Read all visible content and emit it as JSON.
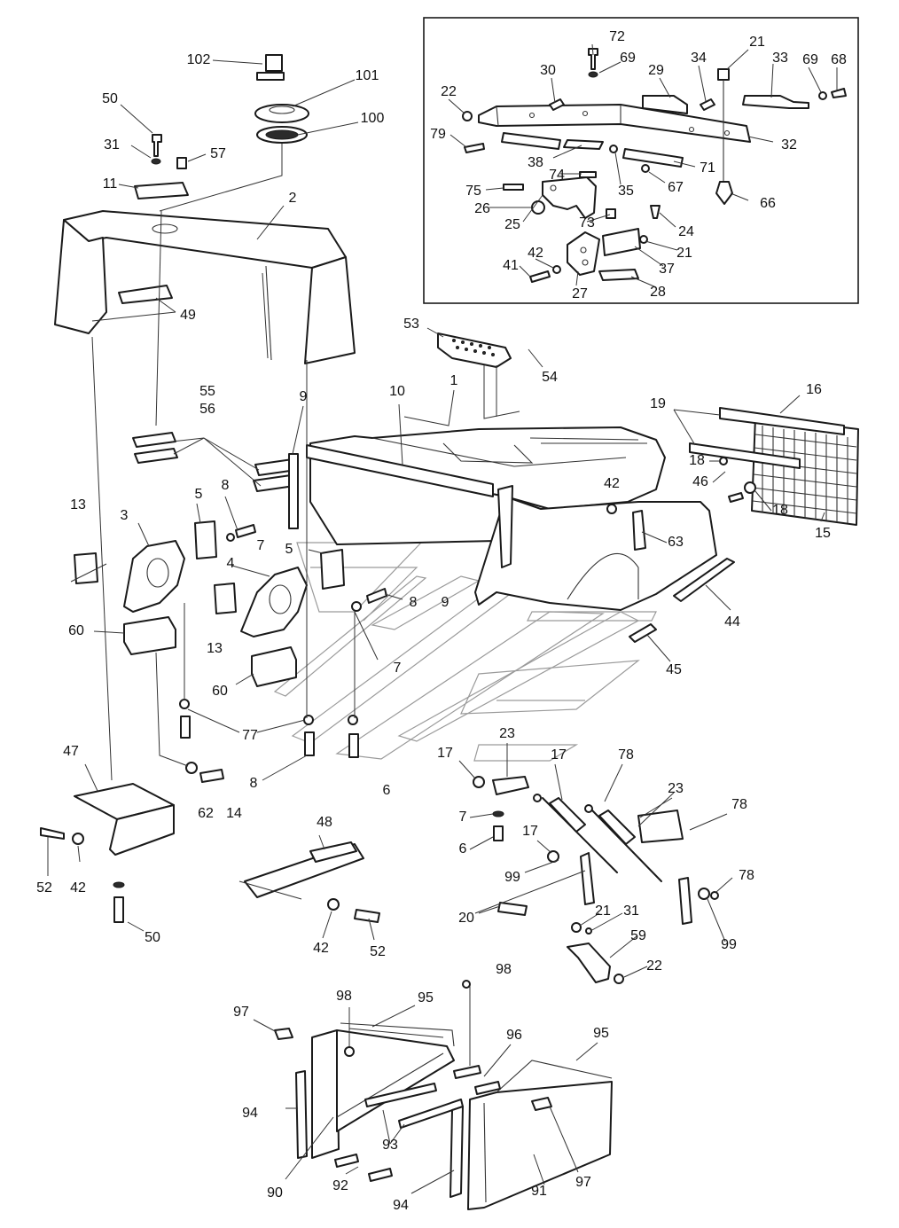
{
  "diagram": {
    "callouts": {
      "c1": "1",
      "c2": "2",
      "c3": "3",
      "c4": "4",
      "c5a": "5",
      "c5b": "5",
      "c6a": "6",
      "c6b": "6",
      "c7a": "7",
      "c7b": "7",
      "c7c": "7",
      "c8a": "8",
      "c8b": "8",
      "c8c": "8",
      "c9a": "9",
      "c9b": "9",
      "c10": "10",
      "c11": "11",
      "c13a": "13",
      "c13b": "13",
      "c14": "14",
      "c15": "15",
      "c16": "16",
      "c17a": "17",
      "c17b": "17",
      "c17c": "17",
      "c18a": "18",
      "c18b": "18",
      "c19": "19",
      "c20": "20",
      "c21a": "21",
      "c21b": "21",
      "c21c": "21",
      "c22a": "22",
      "c22b": "22",
      "c23a": "23",
      "c23b": "23",
      "c24": "24",
      "c25": "25",
      "c26": "26",
      "c27": "27",
      "c28": "28",
      "c29": "29",
      "c30": "30",
      "c31a": "31",
      "c31b": "31",
      "c32": "32",
      "c33": "33",
      "c34": "34",
      "c35": "35",
      "c37": "37",
      "c38": "38",
      "c41": "41",
      "c42a": "42",
      "c42b": "42",
      "c42c": "42",
      "c42d": "42",
      "c44": "44",
      "c45": "45",
      "c46": "46",
      "c47": "47",
      "c48": "48",
      "c49": "49",
      "c50a": "50",
      "c50b": "50",
      "c52a": "52",
      "c52b": "52",
      "c53": "53",
      "c54": "54",
      "c55": "55",
      "c56": "56",
      "c57": "57",
      "c59": "59",
      "c60a": "60",
      "c60b": "60",
      "c62": "62",
      "c63": "63",
      "c66": "66",
      "c67": "67",
      "c68": "68",
      "c69a": "69",
      "c69b": "69",
      "c71": "71",
      "c72": "72",
      "c73": "73",
      "c74": "74",
      "c75": "75",
      "c77": "77",
      "c78a": "78",
      "c78b": "78",
      "c78c": "78",
      "c79": "79",
      "c90": "90",
      "c91": "91",
      "c92": "92",
      "c93": "93",
      "c94a": "94",
      "c94b": "94",
      "c95a": "95",
      "c95b": "95",
      "c96": "96",
      "c97a": "97",
      "c97b": "97",
      "c98a": "98",
      "c98b": "98",
      "c99a": "99",
      "c99b": "99",
      "c100": "100",
      "c101": "101",
      "c102": "102"
    }
  }
}
